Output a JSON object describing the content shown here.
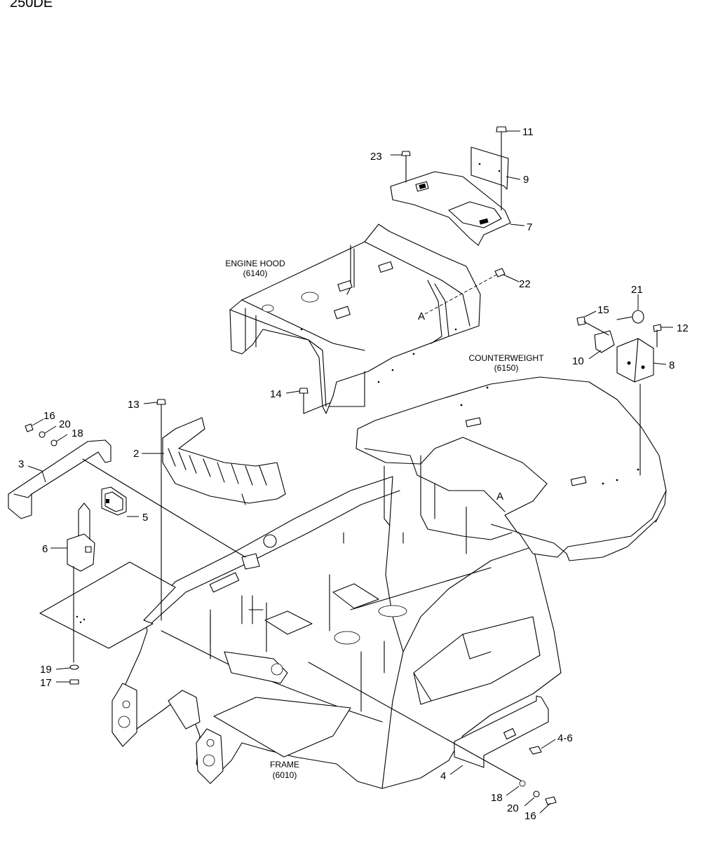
{
  "header": {
    "model": "250DE"
  },
  "assemblies": {
    "engine_hood": {
      "name": "ENGINE HOOD",
      "code": "(6140)"
    },
    "counterweight": {
      "name": "COUNTERWEIGHT",
      "code": "(6150)"
    },
    "frame": {
      "name": "FRAME",
      "code": "(6010)"
    }
  },
  "section_marks": {
    "top": "A",
    "bottom": "A"
  },
  "callouts": {
    "c11": "11",
    "c23": "23",
    "c9": "9",
    "c7": "7",
    "c22": "22",
    "c21": "21",
    "c15": "15",
    "c12": "12",
    "c10": "10",
    "c8": "8",
    "c13": "13",
    "c14": "14",
    "c16a": "16",
    "c20a": "20",
    "c18a": "18",
    "c3": "3",
    "c2": "2",
    "c5": "5",
    "c6": "6",
    "c19": "19",
    "c17": "17",
    "c46": "4-6",
    "c4": "4",
    "c18b": "18",
    "c20b": "20",
    "c16b": "16"
  }
}
